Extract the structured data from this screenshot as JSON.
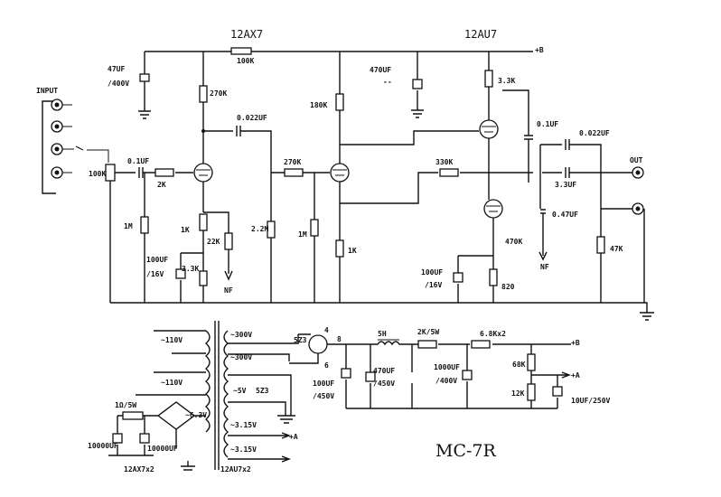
{
  "diagram": {
    "model": "MC-7R",
    "tubes": {
      "left": "12AX7",
      "right": "12AU7"
    },
    "supply_rail": "+B",
    "input": "INPUT",
    "output": "OUT",
    "amplifier": {
      "c_47uf": "47UF",
      "c_47uf_v": "/400V",
      "r_100k_top": "100K",
      "r_270k": "270K",
      "c_0022uf_mid": "0.022UF",
      "c_01uf_in": "0.1UF",
      "pot_100k": "100K",
      "r_2k": "2K",
      "r_1m_a": "1M",
      "r_1k_a": "1K",
      "r_22k": "22K",
      "r_22m": "2.2M",
      "c_100uf_a": "100UF",
      "c_100uf_a_v": "/16V",
      "r_33k": "3.3K",
      "nf_a": "NF",
      "r_270k_b": "270K",
      "r_1m_b": "1M",
      "r_180k": "180K",
      "c_470uf": "470UF",
      "c_470uf_note": "--",
      "r_1k_b": "1K",
      "r_330k": "330K",
      "c_100uf_b": "100UF",
      "c_100uf_b_v": "/16V",
      "r_33_top": "3.3K",
      "c_01uf_r": "0.1UF",
      "c_0022uf_r": "0.022UF",
      "c_33uf": "3.3UF",
      "c_047uf": "0.47UF",
      "nf_b": "NF",
      "r_470k": "470K",
      "r_820": "820",
      "r_47k": "47K"
    },
    "power": {
      "mains_1": "~110V",
      "mains_2": "~110V",
      "sec_300_a": "~300V",
      "sec_300_b": "~300V",
      "sec_5v": "~5V",
      "sec_5z3": "5Z3",
      "rect_tube": "5Z3",
      "pin_4": "4",
      "pin_8": "8",
      "pin_6": "6",
      "sec_315_a": "~3.15V",
      "sec_315_b": "~3.15V",
      "sec_63": "~6.3V",
      "r_1ohm": "1Ω/5W",
      "c_10000_a": "10000UF",
      "c_10000_b": "10000UF",
      "heater_1": "12AX7x2",
      "heater_2": "12AU7x2",
      "plus_a_small": "+A",
      "choke": "5H",
      "r_2k5w": "2K/5W",
      "r_68kx2": "6.8Kx2",
      "c_100uf_450": "100UF",
      "c_100uf_450_v": "/450V",
      "c_470uf_450": "470UF",
      "c_470uf_450_v": "/450V",
      "c_1000uf": "1000UF",
      "c_1000uf_v": "/400V",
      "r_68k": "68K",
      "r_12k": "12K",
      "c_10uf": "10UF/250V",
      "plus_b": "+B",
      "plus_a": "+A"
    }
  }
}
